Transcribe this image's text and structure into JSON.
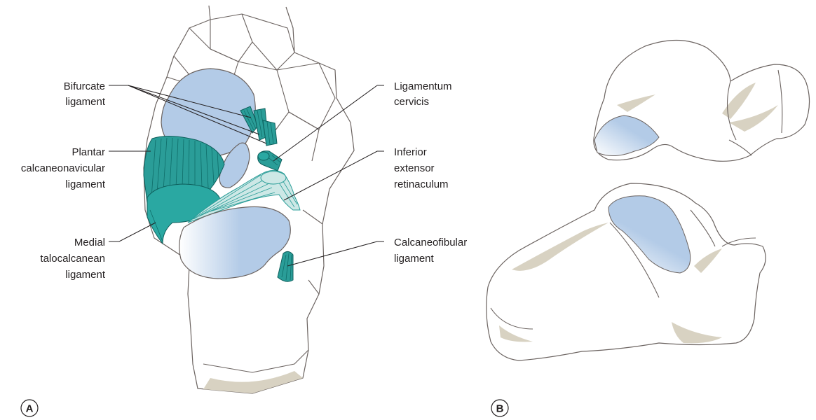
{
  "panels": [
    {
      "id": "A",
      "letter": "A"
    },
    {
      "id": "B",
      "letter": "B"
    }
  ],
  "labels": {
    "bifurcate": [
      "Bifurcate",
      "ligament"
    ],
    "plantar": [
      "Plantar",
      "calcaneonavicular",
      "ligament"
    ],
    "medial": [
      "Medial",
      "talocalcanean",
      "ligament"
    ],
    "cervicis": [
      "Ligamentum",
      "cervicis"
    ],
    "extensor": [
      "Inferior",
      "extensor",
      "retinaculum"
    ],
    "calcaneofibular": [
      "Calcaneofibular",
      "ligament"
    ]
  },
  "colors": {
    "ligament": "#2a9d98",
    "ligament_dark": "#0e5f5c",
    "ligament_light": "#cde8e6",
    "articular_surface": "#b3cbe7",
    "bone_outline": "#6b6360",
    "bone_shadow": "#d8d2c2"
  }
}
